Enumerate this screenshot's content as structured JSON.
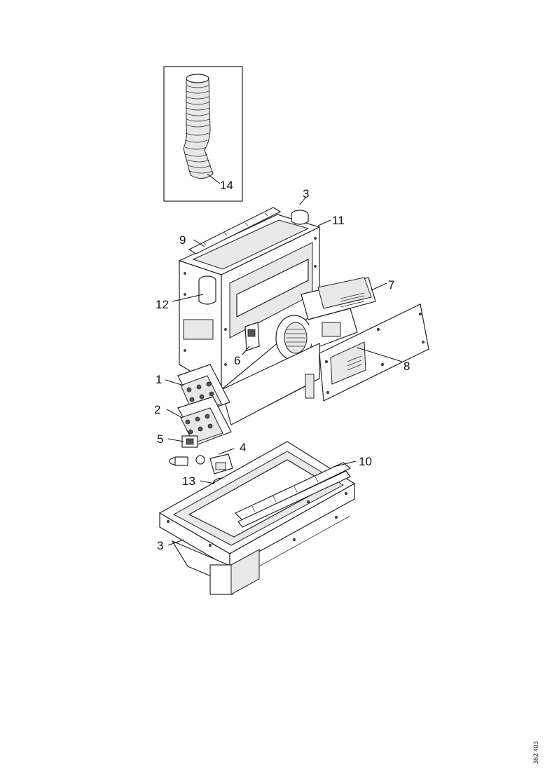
{
  "callouts": {
    "c14": "14",
    "c3_top": "3",
    "c11": "11",
    "c9": "9",
    "c12": "12",
    "c7": "7",
    "c6": "6",
    "c8": "8",
    "c1": "1",
    "c2": "2",
    "c5": "5",
    "c4": "4",
    "c10": "10",
    "c13": "13",
    "c3_bottom": "3"
  },
  "document_id": "362 403"
}
